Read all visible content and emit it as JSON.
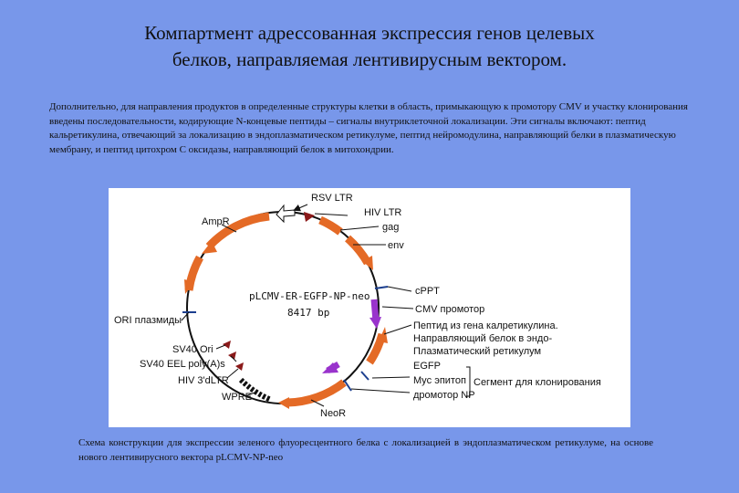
{
  "title_line1": "Компартмент адрессованная экспрессия генов целевых",
  "title_line2": "белков, направляемая лентивирусным вектором.",
  "intro": "Дополнительно, для направления продуктов в определенные структуры клетки в область, примыкающую к промотору CMV и участку клонирования введены последовательности, кодирующие N-концевые пептиды – сигналы внутриклеточной локализации. Эти сигналы включают: пептид кальретикулина, отвечающий за локализацию в эндоплазматическом ретикулуме, пептид нейромодулина, направляющий белки в плазматическую мембрану, и пептид цитохром С оксидазы, направляющий белок в митохондрии.",
  "plasmid": {
    "name": "pLCMV-ER-EGFP-NP-neo",
    "size": "8417 bp"
  },
  "labels": {
    "rsv_ltr": "RSV LTR",
    "hiv_ltr": "HIV LTR",
    "gag": "gag",
    "env": "env",
    "cppt": "cPPT",
    "cmv": "CMV промотор",
    "calr1": "Пептид из гена калретикулина.",
    "calr2": "Направляющий белок в эндо-",
    "calr3": "Плазматический ретикулум",
    "egfp": "EGFP",
    "myc": "Myc эпитоп",
    "np": "дромотор NP",
    "cloning": "Сегмент для клонирования",
    "neor": "NeoR",
    "wpre": "WPRE",
    "hiv3": "HIV 3'dLTR",
    "sv40eel": "SV40 EEL poly(A)s",
    "sv40ori": "SV40 Ori",
    "ori": "ORI плазмиды",
    "ampr": "AmpR"
  },
  "caption": "Схема конструкции для экспрессии зеленого флуоресцентного белка с локализацией в эндоплазматическом ретикулуме, на основе нового лентивирусного вектора pLCMV-NP-neo",
  "colors": {
    "background": "#7897ea",
    "feature": "#e46a26",
    "ltr": "#8b1a1a",
    "promoter": "#9933cc",
    "marker": "#1c3f8f"
  }
}
